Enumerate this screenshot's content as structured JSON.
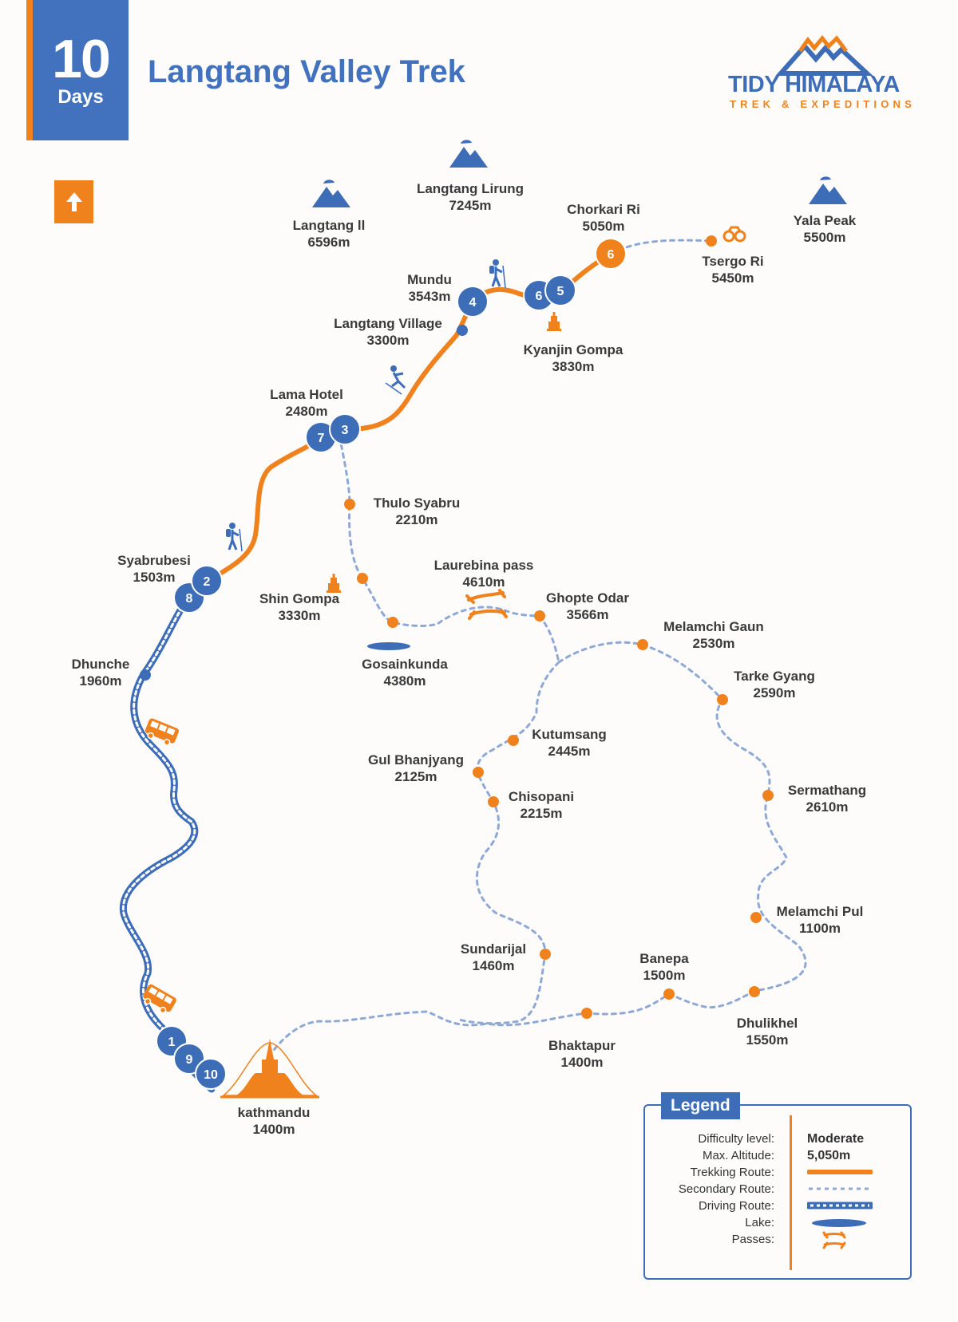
{
  "header": {
    "days_number": "10",
    "days_word": "Days",
    "title": "Langtang Valley Trek"
  },
  "brand": {
    "name": "TIDY HIMALAYA",
    "tagline": "TREK & EXPEDITIONS"
  },
  "icons": {
    "north": "north-arrow-icon",
    "mountain": "mountain-peak-icon",
    "hiker": "hiker-icon",
    "skier": "skier-icon",
    "bus": "bus-icon",
    "monastery": "monastery-icon",
    "binoculars": "binoculars-icon",
    "stupa": "stupa-icon",
    "lake": "lake-icon",
    "pass": "pass-icon"
  },
  "colors": {
    "trekking_route": "#f0821e",
    "secondary_route": "#8fa9d6",
    "driving_route": "#3e6db8",
    "day_marker": "#3e6db8",
    "brand_blue": "#4272bd",
    "brand_orange": "#f0821e"
  },
  "peaks": [
    {
      "name": "Langtang ll",
      "altitude": "6596m"
    },
    {
      "name": "Langtang Lirung",
      "altitude": "7245m"
    },
    {
      "name": "Yala Peak",
      "altitude": "5500m"
    }
  ],
  "places": [
    {
      "name": "Chorkari Ri",
      "altitude": "5050m"
    },
    {
      "name": "Tsergo Ri",
      "altitude": "5450m"
    },
    {
      "name": "Mundu",
      "altitude": "3543m"
    },
    {
      "name": "Langtang Village",
      "altitude": "3300m"
    },
    {
      "name": "Kyanjin Gompa",
      "altitude": "3830m"
    },
    {
      "name": "Lama Hotel",
      "altitude": "2480m"
    },
    {
      "name": "Thulo Syabru",
      "altitude": "2210m"
    },
    {
      "name": "Syabrubesi",
      "altitude": "1503m"
    },
    {
      "name": "Laurebina pass",
      "altitude": "4610m"
    },
    {
      "name": "Shin Gompa",
      "altitude": "3330m"
    },
    {
      "name": "Ghopte Odar",
      "altitude": "3566m"
    },
    {
      "name": "Melamchi Gaun",
      "altitude": "2530m"
    },
    {
      "name": "Dhunche",
      "altitude": "1960m"
    },
    {
      "name": "Gosainkunda",
      "altitude": "4380m"
    },
    {
      "name": "Tarke Gyang",
      "altitude": "2590m"
    },
    {
      "name": "Kutumsang",
      "altitude": "2445m"
    },
    {
      "name": "Gul Bhanjyang",
      "altitude": "2125m"
    },
    {
      "name": "Chisopani",
      "altitude": "2215m"
    },
    {
      "name": "Sermathang",
      "altitude": "2610m"
    },
    {
      "name": "Melamchi Pul",
      "altitude": "1100m"
    },
    {
      "name": "Sundarijal",
      "altitude": "1460m"
    },
    {
      "name": "Banepa",
      "altitude": "1500m"
    },
    {
      "name": "Dhulikhel",
      "altitude": "1550m"
    },
    {
      "name": "Bhaktapur",
      "altitude": "1400m"
    },
    {
      "name": "kathmandu",
      "altitude": "1400m"
    }
  ],
  "day_markers": [
    "1",
    "9",
    "10",
    "8",
    "2",
    "7",
    "3",
    "4",
    "6",
    "5",
    "6"
  ],
  "legend": {
    "title": "Legend",
    "rows": [
      {
        "key": "Difficulty level:",
        "value": "Moderate"
      },
      {
        "key": "Max. Altitude:",
        "value": "5,050m"
      },
      {
        "key": "Trekking Route:",
        "symbol": "trekking-route-line"
      },
      {
        "key": "Secondary Route:",
        "symbol": "secondary-route-line"
      },
      {
        "key": "Driving Route:",
        "symbol": "driving-route-line"
      },
      {
        "key": "Lake:",
        "symbol": "lake-icon"
      },
      {
        "key": "Passes:",
        "symbol": "pass-icon"
      }
    ]
  }
}
